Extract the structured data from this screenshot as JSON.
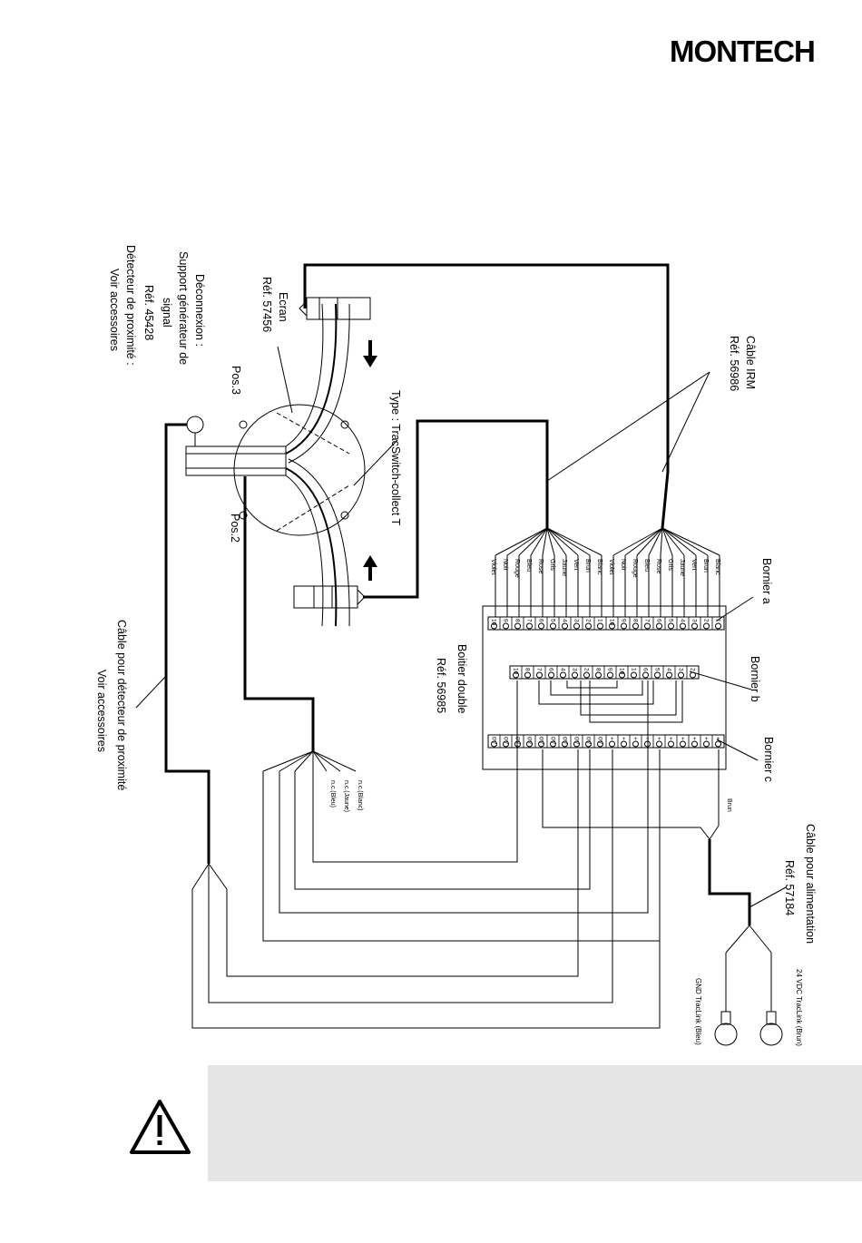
{
  "logo": {
    "text": "MONTECH",
    "color": "#1a8f7a"
  },
  "warning": {
    "icon": "warning-triangle-icon",
    "band_color": "#e5e5e5"
  },
  "labels": {
    "cable_irm": "Câble IRM",
    "cable_irm_ref": "Réf. 56986",
    "type": "Type : TracSwitch-collect T",
    "ecran": "Ecran",
    "ecran_ref": "Réf. 57456",
    "pos3": "Pos.3",
    "pos2": "Pos.2",
    "deconnexion_1": "Déconnexion :",
    "deconnexion_2": "Support générateur de",
    "deconnexion_3": "signal",
    "deconnexion_ref": "Réf. 45428",
    "detecteur_1": "Détecteur de proximité :",
    "detecteur_2": "Voir accessoires",
    "cable_detecteur_1": "Câble pour détecteur de proximité",
    "cable_detecteur_2": "Voir accessoires",
    "boitier": "Boitier double",
    "boitier_ref": "Réf. 56985",
    "bornier_a": "Bornier a",
    "bornier_b": "Bornier b",
    "bornier_c": "Bornier c",
    "cable_alim": "Câble pour alimentation",
    "cable_alim_ref": "Réf. 57184",
    "vdc": "24 VDC TracLink (Brun)",
    "gnd": "GND TracLink (Bleu)",
    "brun": "Brun"
  },
  "wire_colors_a1": [
    "Blanc",
    "Brun",
    "Vert",
    "Jaune",
    "Gris",
    "Rose",
    "Bleu",
    "Rouge",
    "Noir",
    "Violet"
  ],
  "wire_colors_a2": [
    "Blanc",
    "Brun",
    "Vert",
    "Jaune",
    "Gris",
    "Rose",
    "Bleu",
    "Rouge",
    "Noir",
    "Violet"
  ],
  "bornier_a_numbers": [
    "1",
    "2",
    "3",
    "4",
    "5",
    "6",
    "7",
    "8",
    "9",
    "10",
    "1",
    "2",
    "3",
    "4",
    "5",
    "6",
    "7",
    "8",
    "9",
    "10"
  ],
  "bornier_b_numbers": [
    "2",
    "3",
    "4",
    "5",
    "6",
    "1",
    "10",
    "9",
    "8",
    "2",
    "3",
    "4",
    "6",
    "7",
    "8",
    "10"
  ],
  "bornier_c_terms": [
    "+",
    "+",
    "+",
    "+",
    "+",
    "+",
    "+",
    "+",
    "+",
    "+",
    "0V",
    "0V",
    "0V",
    "0V",
    "0V",
    "0V",
    "0V",
    "0V",
    "0V",
    "0V"
  ],
  "nc_labels": [
    "n.c.(Blanc)",
    "n.c.(Jaune)",
    "n.c.(Bleu)"
  ]
}
